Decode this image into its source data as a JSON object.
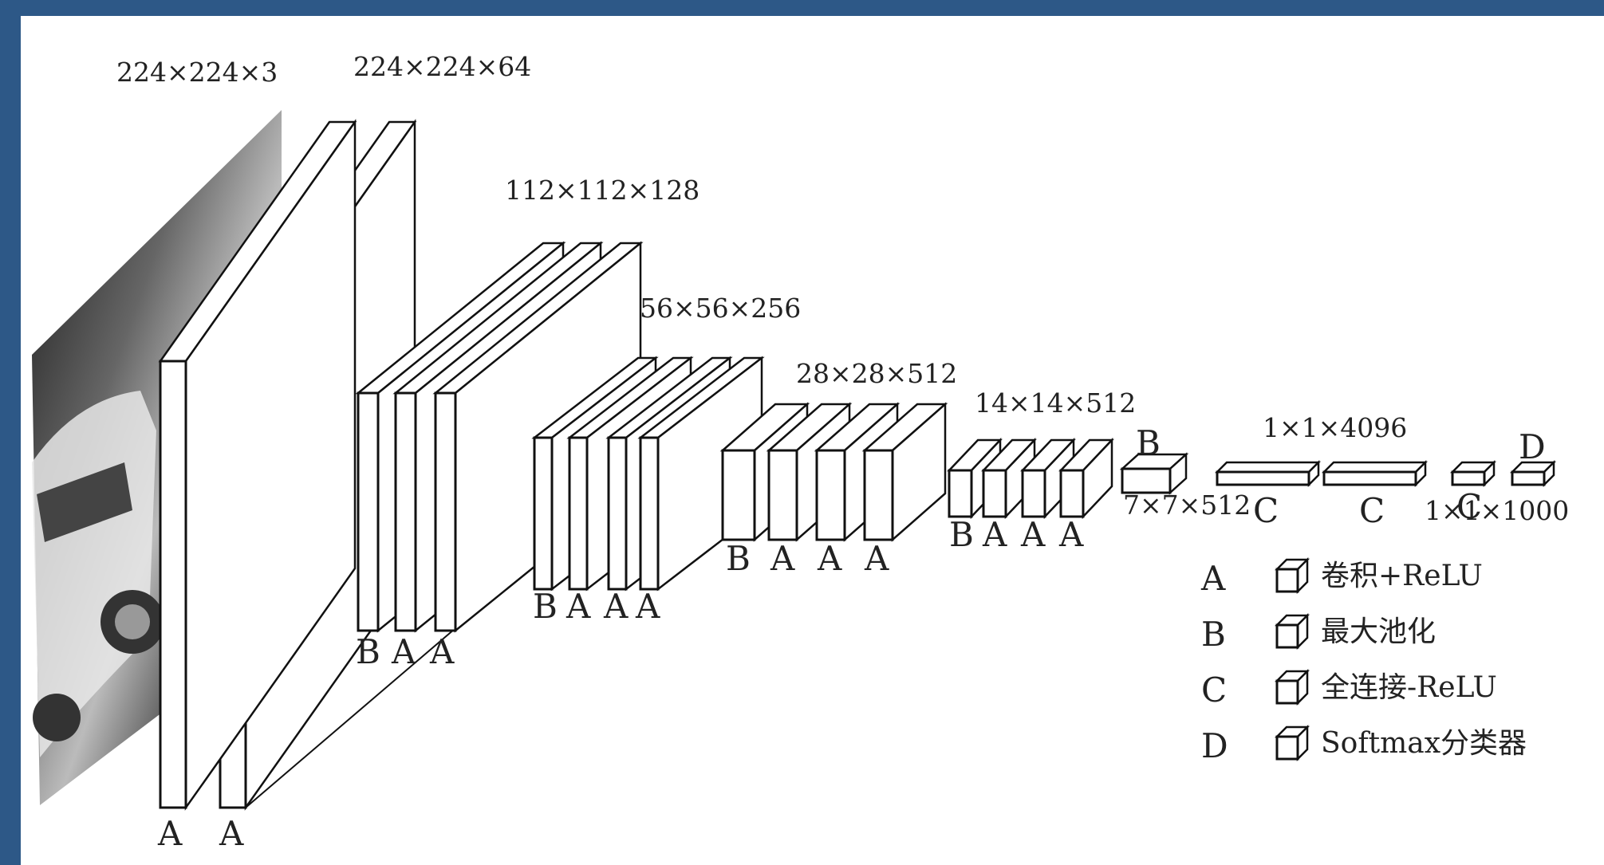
{
  "input_image": {
    "description_icon": "car-photo"
  },
  "layers": [
    {
      "id": "input",
      "dims": "224×224×3"
    },
    {
      "id": "conv1",
      "dims": "224×224×64",
      "ops": [
        "A",
        "A"
      ]
    },
    {
      "id": "conv2",
      "dims": "112×112×128",
      "ops": [
        "B",
        "A",
        "A"
      ]
    },
    {
      "id": "conv3",
      "dims": "56×56×256",
      "ops": [
        "B",
        "A",
        "A",
        "A"
      ]
    },
    {
      "id": "conv4",
      "dims": "28×28×512",
      "ops": [
        "B",
        "A",
        "A",
        "A"
      ]
    },
    {
      "id": "conv5",
      "dims": "14×14×512",
      "ops": [
        "B",
        "A",
        "A",
        "A"
      ]
    },
    {
      "id": "pool5",
      "dims": "7×7×512",
      "op": "B"
    },
    {
      "id": "fc",
      "dims": "1×1×4096",
      "ops": [
        "C",
        "C"
      ]
    },
    {
      "id": "fc3",
      "dims": "1×1×1000",
      "op": "C"
    },
    {
      "id": "softmax",
      "op": "D"
    }
  ],
  "legend": [
    {
      "key": "A",
      "label": "卷积+ReLU"
    },
    {
      "key": "B",
      "label": "最大池化"
    },
    {
      "key": "C",
      "label": "全连接-ReLU"
    },
    {
      "key": "D",
      "label": "Softmax分类器"
    }
  ],
  "colors": {
    "border": "#2d5887",
    "stroke": "#111111"
  }
}
